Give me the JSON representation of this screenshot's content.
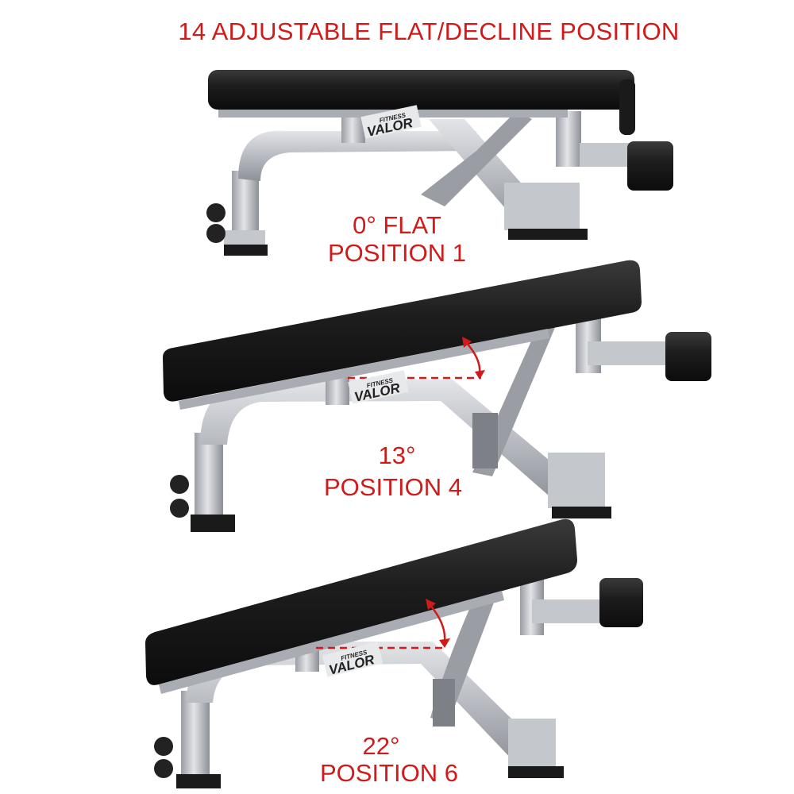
{
  "title": "14 ADJUSTABLE FLAT/DECLINE POSITION",
  "brand": {
    "name": "VALOR",
    "sub": "FITNESS"
  },
  "positions": [
    {
      "angle": "0° FLAT",
      "position": "POSITION 1"
    },
    {
      "angle": "13°",
      "position": "POSITION 4"
    },
    {
      "angle": "22°",
      "position": "POSITION 6"
    }
  ],
  "colors": {
    "label": "#d11a1a",
    "pad": "#1c1c1c",
    "frame": "#b9bcc2",
    "dash": "#d11a1a"
  }
}
